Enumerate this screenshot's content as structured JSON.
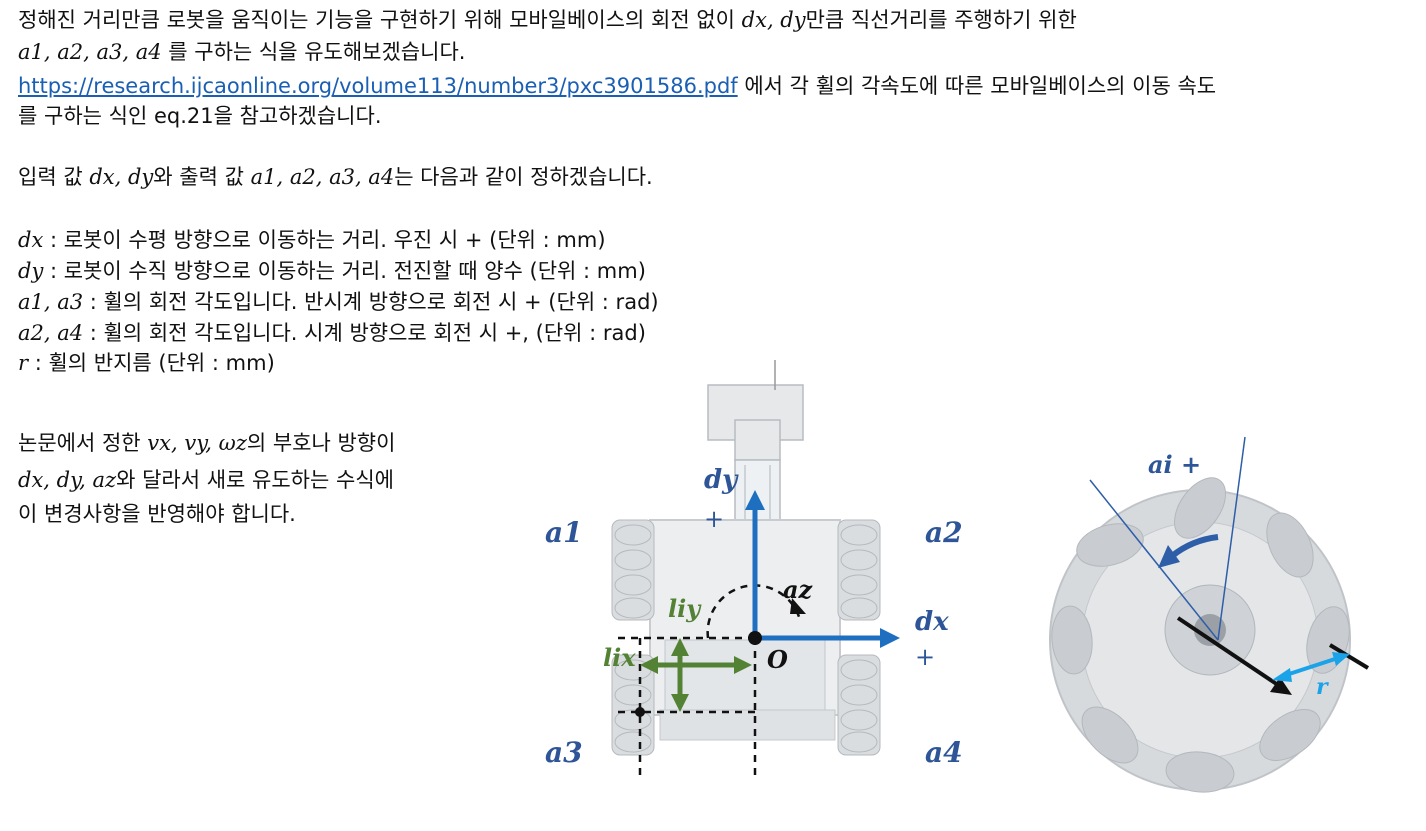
{
  "para1": {
    "line1_a": "정해진 거리만큼 로봇을 움직이는 기능을 구현하기 위해 모바일베이스의 회전 없이",
    "line1_math": "dx, dy",
    "line1_b": "만큼 직선거리를 주행하기 위한",
    "line2_math": "a1, a2, a3, a4",
    "line2_b": "를 구하는 식을 유도해보겠습니다."
  },
  "reference": {
    "link": "https://research.ijcaonline.org/volume113/number3/pxc3901586.pdf",
    "after_link": " 에서 각 휠의 각속도에 따른 모바일베이스의 이동 속도",
    "line2": "를 구하는 식인 eq.21을 참고하겠습니다."
  },
  "io": {
    "a": "입력 값",
    "math1": "dx, dy",
    "b": "와 출력 값",
    "math2": "a1, a2, a3, a4",
    "c": "는 다음과 같이 정하겠습니다."
  },
  "definitions": [
    {
      "sym": "dx",
      "text": " : 로봇이 수평 방향으로 이동하는 거리. 우진 시 + (단위 : mm)"
    },
    {
      "sym": "dy",
      "text": " : 로봇이 수직 방향으로 이동하는 거리. 전진할 때 양수 (단위 : mm)"
    },
    {
      "sym": "a1, a3",
      "text": " : 휠의 회전 각도입니다. 반시계 방향으로 회전 시 + (단위 : rad)"
    },
    {
      "sym": "a2, a4",
      "text": " : 휠의 회전 각도입니다. 시계 방향으로 회전 시 +, (단위 : rad)"
    },
    {
      "sym": "r",
      "text": " : 휠의 반지름 (단위 : mm)"
    }
  ],
  "note": {
    "l1a": "논문에서 정한",
    "l1math": "vx, vy, ωz",
    "l1b": "의 부호나 방향이",
    "l2math": "dx, dy, az",
    "l2b": "와 달라서 새로 유도하는 수식에",
    "l3": "이 변경사항을 반영해야 합니다."
  },
  "diagram": {
    "a1": "a1",
    "a2": "a2",
    "a3": "a3",
    "a4": "a4",
    "dy": "dy",
    "dx": "dx",
    "plus": "+",
    "az": "az",
    "o": "O",
    "liy": "liy",
    "lix": "lix"
  },
  "wheel": {
    "ai_plus": "ai +",
    "r": "r"
  },
  "colors": {
    "label_blue": "#2e5597",
    "axis_blue": "#1f6fc0",
    "green": "#548235",
    "sky": "#1aa3e8"
  }
}
